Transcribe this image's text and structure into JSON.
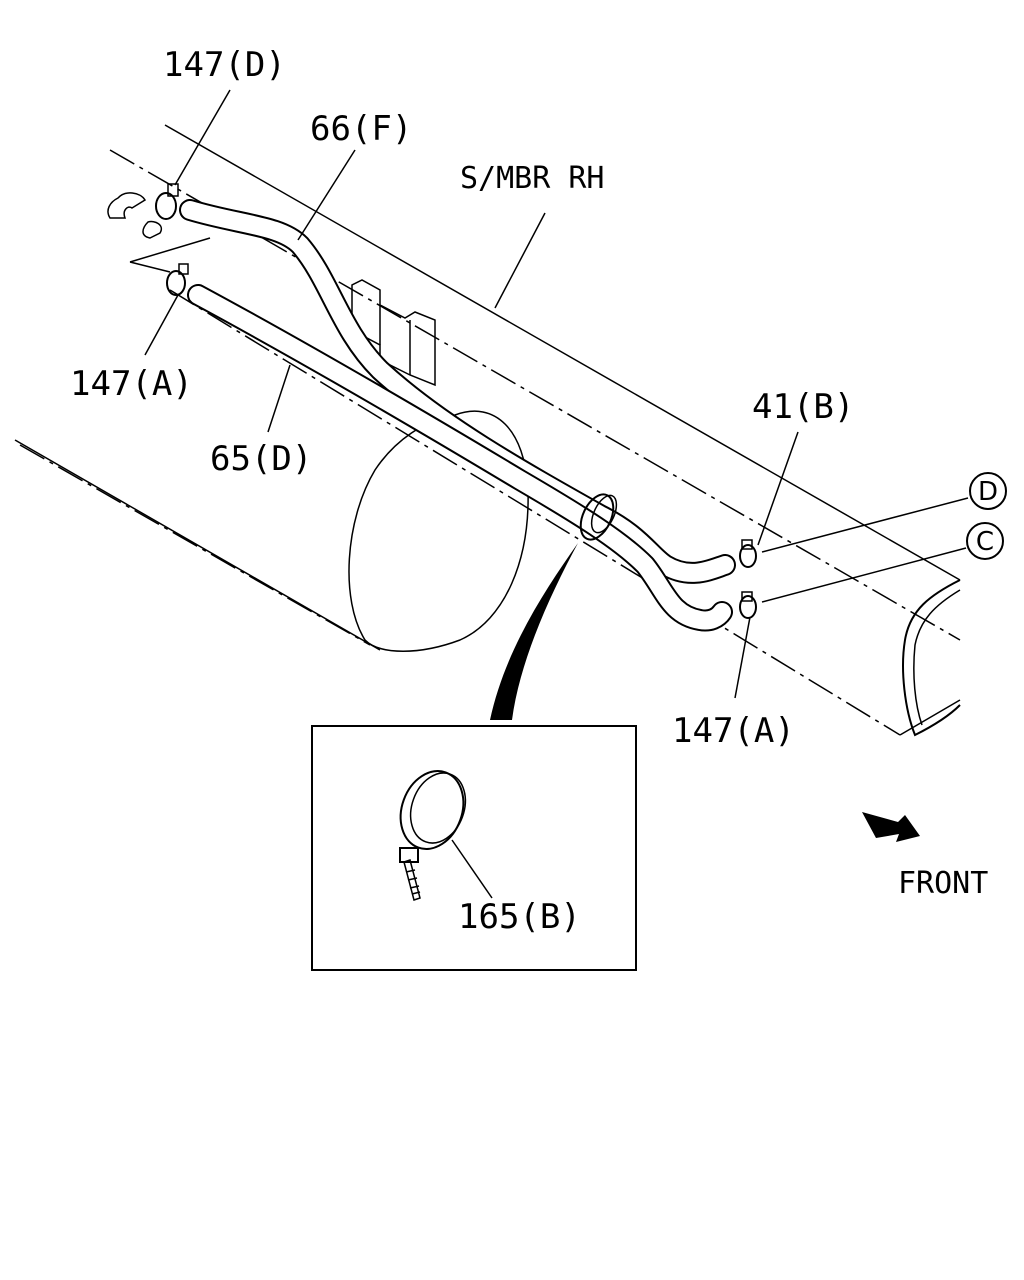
{
  "labels": {
    "p147d": "147(D)",
    "p66f": "66(F)",
    "smbr": "S/MBR RH",
    "p147a_left": "147(A)",
    "p65d": "65(D)",
    "p41b": "41(B)",
    "p147a_right": "147(A)",
    "p165b": "165(B)",
    "front": "FRONT",
    "conn_d": "D",
    "conn_c": "C"
  }
}
